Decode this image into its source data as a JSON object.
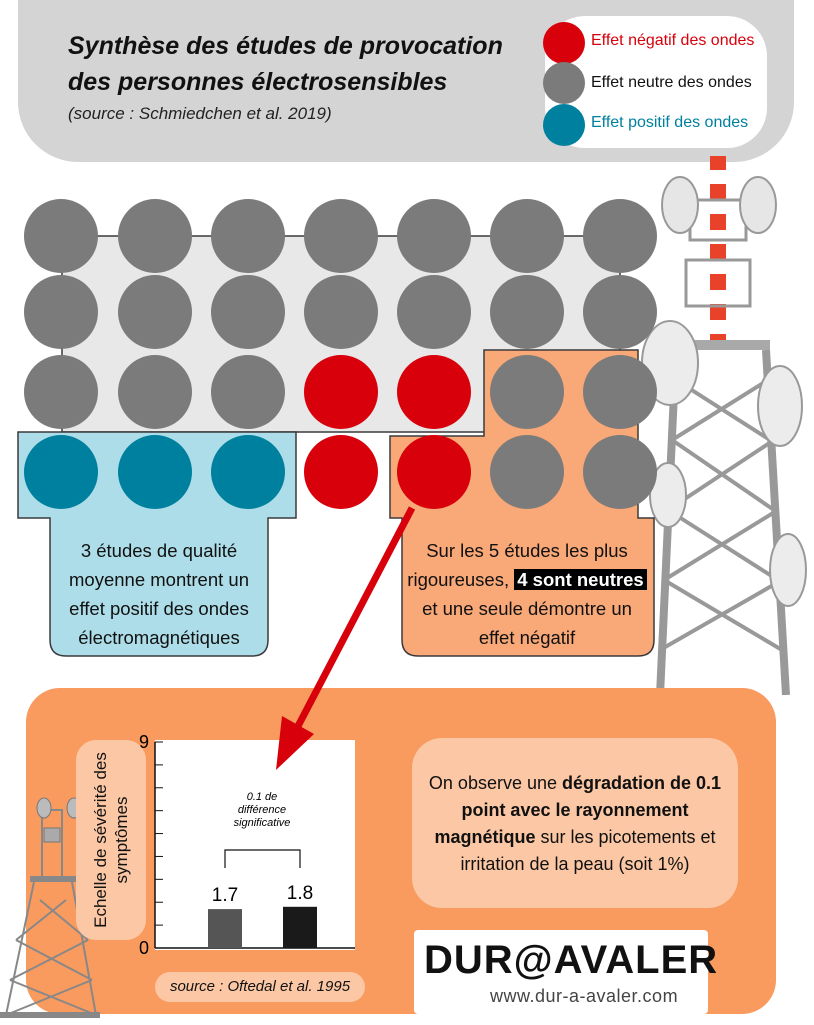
{
  "header": {
    "title": "Synthèse des études de provocation des personnes électrosensibles",
    "subtitle": "(source : Schmiedchen et al. 2019)"
  },
  "legend": {
    "items": [
      {
        "label": "Effet négatif des ondes",
        "color": "#d7000b",
        "text_color": "#d7000b"
      },
      {
        "label": "Effet neutre des ondes",
        "color": "#7b7b7b",
        "text_color": "#111111"
      },
      {
        "label": "Effet positif des ondes",
        "color": "#00809f",
        "text_color": "#00809f"
      }
    ]
  },
  "studies_grid": {
    "rows": [
      [
        "neutral",
        "neutral",
        "neutral",
        "neutral",
        "neutral",
        "neutral",
        "neutral"
      ],
      [
        "neutral",
        "neutral",
        "neutral",
        "neutral",
        "neutral",
        "neutral",
        "neutral"
      ],
      [
        "neutral",
        "neutral",
        "neutral",
        "negative",
        "negative",
        "neutral",
        "neutral"
      ],
      [
        "positive",
        "positive",
        "positive",
        "negative",
        "negative",
        "neutral",
        "neutral"
      ]
    ]
  },
  "callouts": {
    "positive": "3 études de qualité moyenne montrent un effet positif des ondes électromagnétiques",
    "rigorous_before": "Sur les 5 études les plus rigoureuses,",
    "rigorous_highlight": "4 sont neutres",
    "rigorous_after": "et une seule démontre un effet négatif"
  },
  "chart_data": {
    "type": "bar",
    "categories": [
      "",
      ""
    ],
    "values": [
      1.7,
      1.8
    ],
    "bar_colors": [
      "#555555",
      "#1a1a1a"
    ],
    "data_labels": [
      "1.7",
      "1.8"
    ],
    "ylabel": "Echelle de sévérité des symptômes",
    "ylim": [
      0,
      9
    ],
    "yticks_labeled": [
      "0",
      "9"
    ],
    "annotation": "0.1 de différence significative",
    "source": "source : Oftedal et al. 1995"
  },
  "finding": {
    "before": "On observe une",
    "bold": "dégradation de 0.1 point avec le rayonnement magnétique",
    "after": "sur les picotements et irritation de la peau (soit 1%)"
  },
  "logo": {
    "text": "DUR@AVALER",
    "url": "www.dur-a-avaler.com"
  },
  "colors": {
    "negative": "#d7000b",
    "neutral": "#7b7b7b",
    "positive": "#00809f",
    "orange_panel": "#f99a5e"
  }
}
